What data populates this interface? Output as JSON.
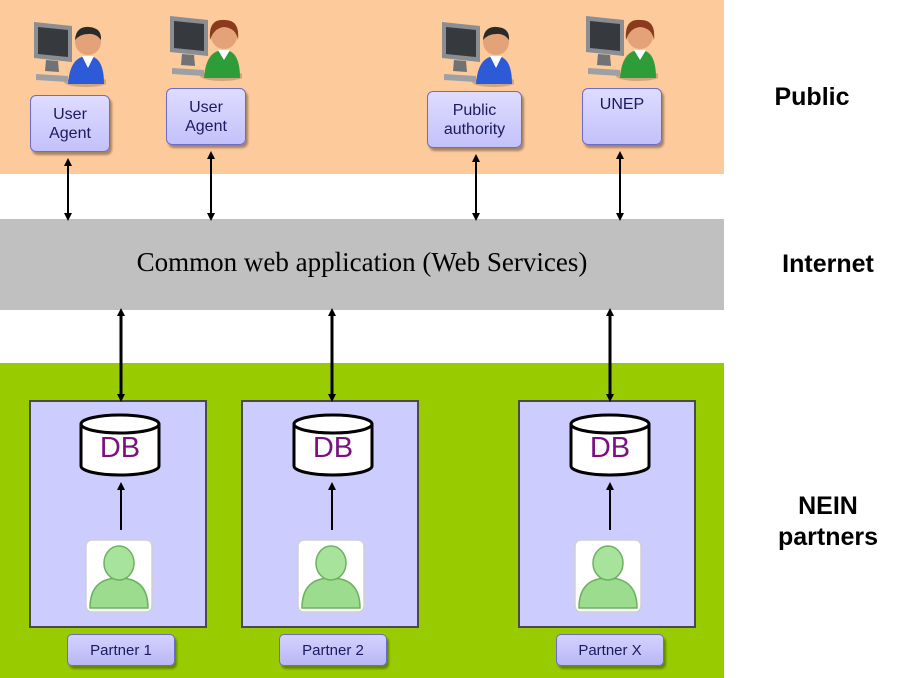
{
  "zones": {
    "public": "Public",
    "internet": "Internet",
    "nein_line1": "NEIN",
    "nein_line2": "partners"
  },
  "web_application": "Common web application (Web Services)",
  "public_actors": [
    {
      "label": "User\nAgent"
    },
    {
      "label": "User\nAgent"
    },
    {
      "label": "Public\nauthority"
    },
    {
      "label": "UNEP"
    }
  ],
  "partners": [
    {
      "db_label": "DB",
      "label": "Partner 1"
    },
    {
      "db_label": "DB",
      "label": "Partner 2"
    },
    {
      "db_label": "DB",
      "label": "Partner X"
    }
  ],
  "colors": {
    "public_band": "#fdca9b",
    "internet_band": "#c0c0c0",
    "nein_band": "#99cc00",
    "partner_box": "#ccccff",
    "db_text": "#7b1080"
  }
}
